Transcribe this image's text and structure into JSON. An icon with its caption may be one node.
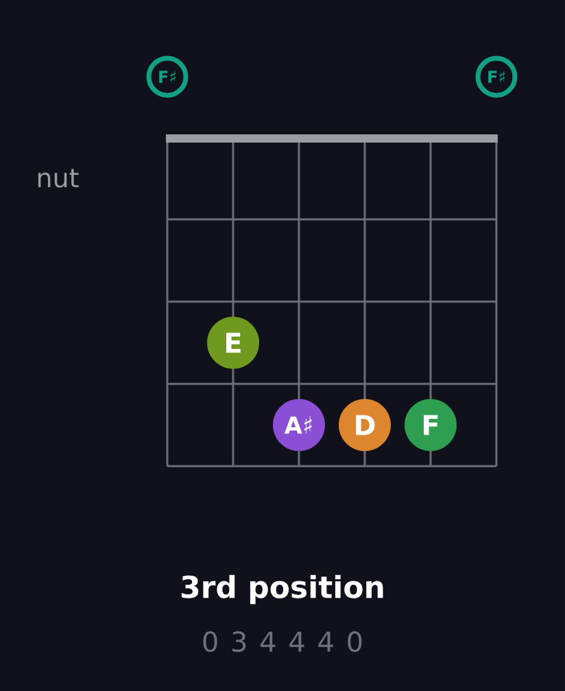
{
  "diagram": {
    "title": "3rd position",
    "nodes": [
      {
        "text": [
          "F♯"
        ]
      },
      {
        "text": [
          "F♯"
        ]
      },
      {
        "text": [
          "E"
        ]
      },
      {
        "text": [
          "A♯"
        ]
      },
      {
        "text": [
          "D"
        ]
      },
      {
        "text": [
          "F"
        ]
      }
    ],
    "labels": [
      "nut",
      "0 3 4 4 4 0"
    ]
  }
}
